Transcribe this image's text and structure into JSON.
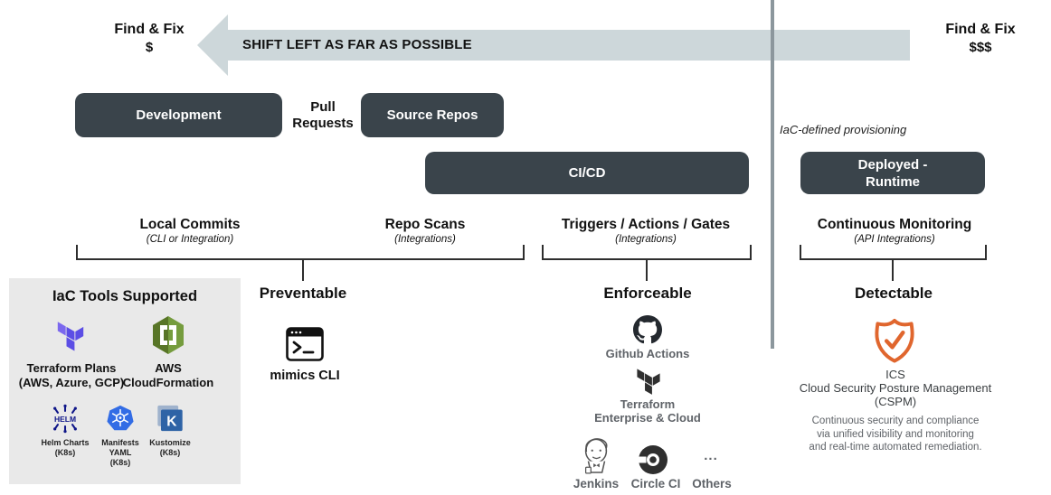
{
  "header": {
    "arrow_label": "SHIFT LEFT AS FAR AS POSSIBLE",
    "left": {
      "title": "Find & Fix",
      "cost": "$"
    },
    "right": {
      "title": "Find & Fix",
      "cost": "$$$"
    }
  },
  "pipeline": {
    "development": "Development",
    "pull_line1": "Pull",
    "pull_line2": "Requests",
    "source_repos": "Source Repos",
    "cicd": "CI/CD",
    "iac_note": "IaC-defined provisioning",
    "deployed_line1": "Deployed -",
    "deployed_line2": "Runtime"
  },
  "stages": [
    {
      "title": "Local Commits",
      "subtitle": "(CLI or Integration)"
    },
    {
      "title": "Repo Scans",
      "subtitle": "(Integrations)"
    },
    {
      "title": "Triggers / Actions / Gates",
      "subtitle": "(Integrations)"
    },
    {
      "title": "Continuous Monitoring",
      "subtitle": "(API Integrations)"
    }
  ],
  "iac_panel": {
    "title": "IaC Tools Supported",
    "terraform_line1": "Terraform Plans",
    "terraform_line2": "(AWS, Azure, GCP)",
    "cloudformation_line1": "AWS",
    "cloudformation_line2": "CloudFormation",
    "helm_line1": "Helm Charts",
    "helm_line2": "(K8s)",
    "manifests_line1": "Manifests",
    "manifests_line2": "YAML",
    "manifests_line3": "(K8s)",
    "kustomize_line1": "Kustomize",
    "kustomize_line2": "(K8s)",
    "helm_icon_text": "HELM",
    "kustomize_icon_letter": "K"
  },
  "preventable": {
    "title": "Preventable",
    "tool": "mimics CLI"
  },
  "enforceable": {
    "title": "Enforceable",
    "github": "Github Actions",
    "terraform_line1": "Terraform",
    "terraform_line2": "Enterprise & Cloud",
    "jenkins": "Jenkins",
    "circleci": "Circle CI",
    "ellipsis": "...",
    "others": "Others"
  },
  "detectable": {
    "title": "Detectable",
    "product": "ICS",
    "subtitle": "Cloud Security Posture Management",
    "acronym": "(CSPM)",
    "desc1": "Continuous security and compliance",
    "desc2": "via unified visibility and monitoring",
    "desc3": "and real-time automated remediation."
  },
  "colors": {
    "box_dark": "#3A444B",
    "arrow": "#CDD7DA",
    "divider": "#8C979D",
    "panel": "#E9E9E9",
    "accent_orange": "#E0662E",
    "terraform_purple": "#5C4EE5",
    "terraform_purple_light": "#7B68EE",
    "kubernetes_blue": "#326CE5",
    "helm_navy": "#0F1689",
    "cloudformation_green": "#759C3E",
    "muted_text": "#5F6368"
  }
}
